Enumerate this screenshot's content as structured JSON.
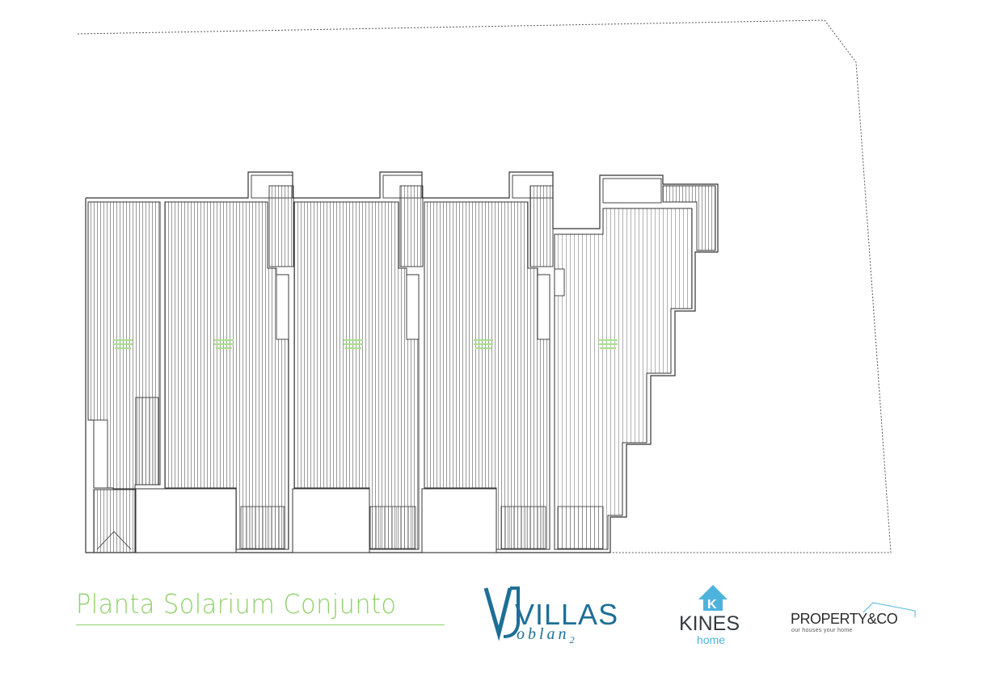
{
  "title": "Planta Solarium Conjunto",
  "room_labels": [
    "",
    "",
    "",
    "",
    ""
  ],
  "logos": {
    "villas": {
      "word": "VILLAS",
      "sub": "oblan",
      "sub_digit": "2",
      "color": "#1d6f96"
    },
    "kines": {
      "word": "KINES",
      "sub": "home",
      "icon_color": "#4db3dc"
    },
    "property": {
      "word": "PROPERTY&CO",
      "tagline": "our houses your home"
    }
  },
  "colors": {
    "title": "#8fd16a",
    "lines": "#333333",
    "hatch": "#555555"
  }
}
